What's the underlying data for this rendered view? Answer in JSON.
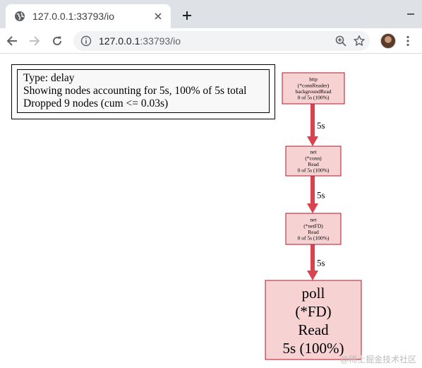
{
  "browser": {
    "tab_title": "127.0.0.1:33793/io",
    "new_tab": "+",
    "url_host": "127.0.0.1",
    "url_rest": ":33793/io"
  },
  "legend": {
    "line1": "Type: delay",
    "line2": "Showing nodes accounting for 5s, 100% of 5s total",
    "line3": "Dropped 9 nodes (cum <= 0.03s)"
  },
  "graph": {
    "nodes": [
      {
        "id": "n1",
        "lines": [
          "http",
          "(*connReader)",
          "backgroundRead",
          "0 of 5s (100%)"
        ]
      },
      {
        "id": "n2",
        "lines": [
          "net",
          "(*conn)",
          "Read",
          "0 of 5s (100%)"
        ]
      },
      {
        "id": "n3",
        "lines": [
          "net",
          "(*netFD)",
          "Read",
          "0 of 5s (100%)"
        ]
      },
      {
        "id": "n4",
        "lines": [
          "poll",
          "(*FD)",
          "Read",
          "5s (100%)"
        ]
      }
    ],
    "edges": [
      {
        "from": "n1",
        "to": "n2",
        "label": "5s"
      },
      {
        "from": "n2",
        "to": "n3",
        "label": "5s"
      },
      {
        "from": "n3",
        "to": "n4",
        "label": "5s"
      }
    ],
    "colors": {
      "node_fill": "#f6d2d2",
      "node_stroke": "#b2182b",
      "edge": "#d9434f"
    }
  },
  "watermark": "@稀土掘金技术社区"
}
